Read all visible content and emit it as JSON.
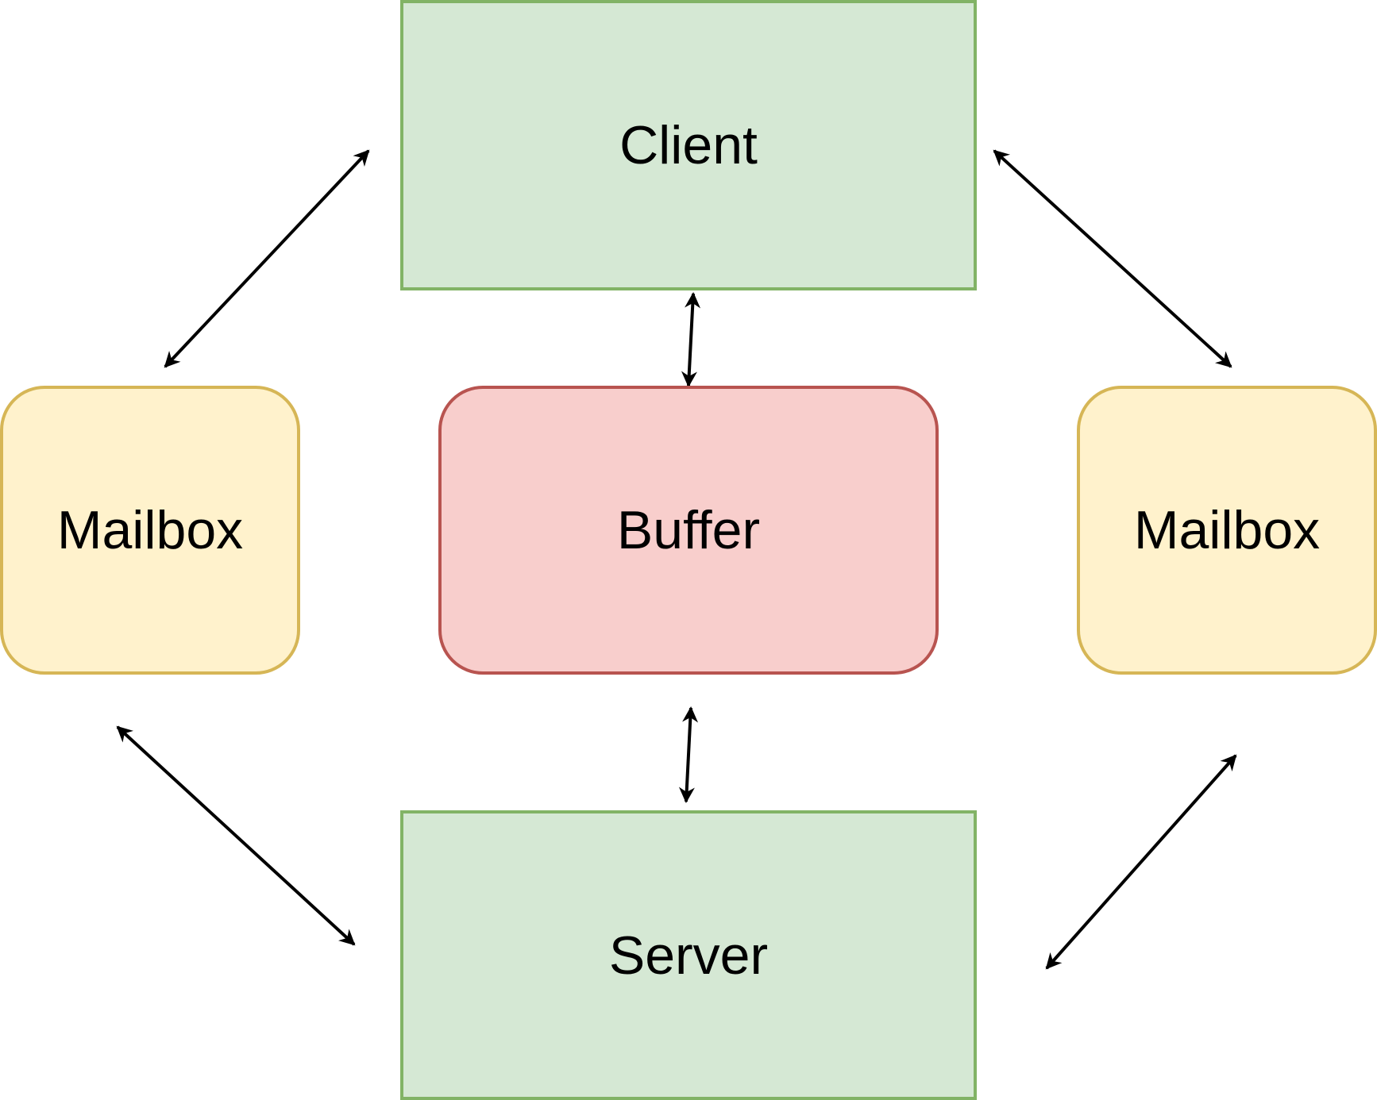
{
  "nodes": {
    "client": {
      "label": "Client",
      "fill": "#d5e8d4",
      "stroke": "#82b366"
    },
    "buffer": {
      "label": "Buffer",
      "fill": "#f8cecc",
      "stroke": "#b85450"
    },
    "server": {
      "label": "Server",
      "fill": "#d5e8d4",
      "stroke": "#82b366"
    },
    "mailbox_left": {
      "label": "Mailbox",
      "fill": "#fff2cc",
      "stroke": "#d6b656"
    },
    "mailbox_right": {
      "label": "Mailbox",
      "fill": "#fff2cc",
      "stroke": "#d6b656"
    }
  },
  "edges": [
    {
      "from": "client",
      "to": "mailbox_left",
      "type": "bidirectional-arrow"
    },
    {
      "from": "client",
      "to": "mailbox_right",
      "type": "bidirectional-arrow"
    },
    {
      "from": "client",
      "to": "buffer",
      "type": "bidirectional-arrow"
    },
    {
      "from": "buffer",
      "to": "server",
      "type": "bidirectional-arrow"
    },
    {
      "from": "mailbox_left",
      "to": "server",
      "type": "bidirectional-arrow"
    },
    {
      "from": "mailbox_right",
      "to": "server",
      "type": "bidirectional-arrow"
    }
  ]
}
